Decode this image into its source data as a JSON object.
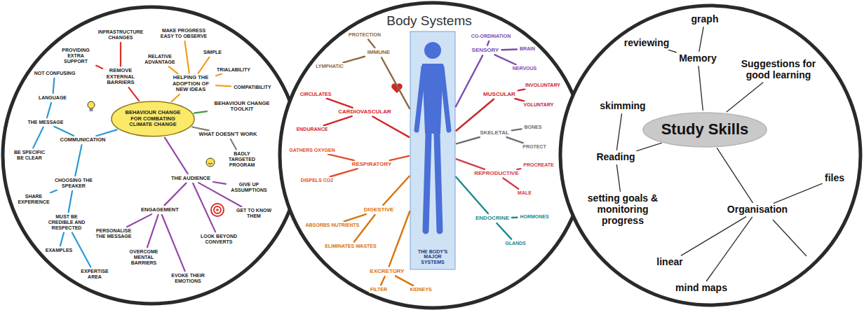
{
  "diagram": {
    "nodes": [
      {
        "text": [
          "BEHAVIOUR CHANGE FOR COMBATING CLIMATE CHANGE"
        ]
      },
      {
        "text": [
          "REMOVE EXTERNAL BARRIERS"
        ]
      },
      {
        "text": [
          "INFRASTRUCTURE CHANGES"
        ]
      },
      {
        "text": [
          "PROVIDING EXTRA SUPPORT"
        ]
      },
      {
        "text": [
          "HELPING THE ADOPTION OF NEW IDEAS"
        ]
      },
      {
        "text": [
          "MAKE PROGRESS EASY TO OBSERVE"
        ]
      },
      {
        "text": [
          "RELATIVE ADVANTAGE"
        ]
      },
      {
        "text": [
          "SIMPLE"
        ]
      },
      {
        "text": [
          "TRIALABILITY"
        ]
      },
      {
        "text": [
          "COMPATIBILITY"
        ]
      },
      {
        "text": [
          "BEHAVIOUR CHANGE TOOLKIT"
        ]
      },
      {
        "text": [
          "WHAT DOESN'T WORK"
        ]
      },
      {
        "text": [
          "BADLY TARGETED PROGRAM"
        ]
      },
      {
        "text": [
          "THE AUDIENCE"
        ]
      },
      {
        "text": [
          "ENGAGEMENT"
        ]
      },
      {
        "text": [
          "PERSONALISE THE MESSAGE"
        ]
      },
      {
        "text": [
          "OVERCOME MENTAL BARRIERS"
        ]
      },
      {
        "text": [
          "EVOKE THEIR EMOTIONS"
        ]
      },
      {
        "text": [
          "LOOK BEYOND CONVERTS"
        ]
      },
      {
        "text": [
          "GIVE UP ASSUMPTIONS"
        ]
      },
      {
        "text": [
          "GET TO KNOW THEM"
        ]
      },
      {
        "text": [
          "COMMUNICATION"
        ]
      },
      {
        "text": [
          "THE MESSAGE"
        ]
      },
      {
        "text": [
          "LANGUAGE"
        ]
      },
      {
        "text": [
          "NOT CONFUSING"
        ]
      },
      {
        "text": [
          "BE SPECIFIC BE CLEAR"
        ]
      },
      {
        "text": [
          "CHOOSING THE SPEAKER"
        ]
      },
      {
        "text": [
          "MUST BE CREDIBLE AND RESPECTED"
        ]
      },
      {
        "text": [
          "SHARE EXPERIENCE"
        ]
      },
      {
        "text": [
          "EXAMPLES"
        ]
      },
      {
        "text": [
          "EXPERTISE AREA"
        ]
      },
      {
        "text": [
          "THE BODY'S MAJOR SYSTEMS"
        ]
      },
      {
        "text": [
          "IMMUNE"
        ]
      },
      {
        "text": [
          "PROTECTION"
        ]
      },
      {
        "text": [
          "LYMPHATIC"
        ]
      },
      {
        "text": [
          "CARDIOVASCULAR"
        ]
      },
      {
        "text": [
          "CIRCULATES"
        ]
      },
      {
        "text": [
          "ENDURANCE"
        ]
      },
      {
        "text": [
          "RESPIRATORY"
        ]
      },
      {
        "text": [
          "GATHERS OXYGEN"
        ]
      },
      {
        "text": [
          "DISPELS CO2"
        ]
      },
      {
        "text": [
          "DIGESTIVE"
        ]
      },
      {
        "text": [
          "ABSORBS NUTRIENTS"
        ]
      },
      {
        "text": [
          "ELIMINATES WASTES"
        ]
      },
      {
        "text": [
          "EXCRETORY"
        ]
      },
      {
        "text": [
          "FILTER"
        ]
      },
      {
        "text": [
          "KIDNEYS"
        ]
      },
      {
        "text": [
          "SENSORY"
        ]
      },
      {
        "text": [
          "CO-ORDINATION"
        ]
      },
      {
        "text": [
          "NERVOUS"
        ]
      },
      {
        "text": [
          "BRAIN"
        ]
      },
      {
        "text": [
          "MUSCULAR"
        ]
      },
      {
        "text": [
          "INVOLUNTARY"
        ]
      },
      {
        "text": [
          "VOLUNTARY"
        ]
      },
      {
        "text": [
          "SKELETAL"
        ]
      },
      {
        "text": [
          "BONES"
        ]
      },
      {
        "text": [
          "PROTECT"
        ]
      },
      {
        "text": [
          "REPRODUCTIVE"
        ]
      },
      {
        "text": [
          "PROCREATE"
        ]
      },
      {
        "text": [
          "MALE"
        ]
      },
      {
        "text": [
          "ENDOCRINE"
        ]
      },
      {
        "text": [
          "HORMONES"
        ]
      },
      {
        "text": [
          "GLANDS"
        ]
      },
      {
        "text": [
          "Study Skills"
        ]
      },
      {
        "text": [
          "Memory"
        ]
      },
      {
        "text": [
          "reviewing"
        ]
      },
      {
        "text": [
          "graph"
        ]
      },
      {
        "text": [
          "Suggestions for good learning"
        ]
      },
      {
        "text": [
          "Reading"
        ]
      },
      {
        "text": [
          "skimming"
        ]
      },
      {
        "text": [
          "setting goals & monitoring progress"
        ]
      },
      {
        "text": [
          "Organisation"
        ]
      },
      {
        "text": [
          "files"
        ]
      },
      {
        "text": [
          "linear"
        ]
      },
      {
        "text": [
          "mind maps"
        ]
      }
    ],
    "edges": [
      {
        "from": 0,
        "to": 1,
        "arrow": "none"
      },
      {
        "from": 1,
        "to": 2,
        "arrow": "none"
      },
      {
        "from": 1,
        "to": 3,
        "arrow": "none"
      },
      {
        "from": 0,
        "to": 4,
        "arrow": "none"
      },
      {
        "from": 4,
        "to": 5,
        "arrow": "none"
      },
      {
        "from": 4,
        "to": 6,
        "arrow": "none"
      },
      {
        "from": 4,
        "to": 7,
        "arrow": "none"
      },
      {
        "from": 4,
        "to": 8,
        "arrow": "none"
      },
      {
        "from": 4,
        "to": 9,
        "arrow": "none"
      },
      {
        "from": 0,
        "to": 10,
        "arrow": "none"
      },
      {
        "from": 0,
        "to": 11,
        "arrow": "none"
      },
      {
        "from": 11,
        "to": 12,
        "arrow": "none"
      },
      {
        "from": 0,
        "to": 13,
        "arrow": "none"
      },
      {
        "from": 13,
        "to": 14,
        "arrow": "none"
      },
      {
        "from": 14,
        "to": 15,
        "arrow": "none"
      },
      {
        "from": 14,
        "to": 16,
        "arrow": "none"
      },
      {
        "from": 14,
        "to": 17,
        "arrow": "none"
      },
      {
        "from": 13,
        "to": 18,
        "arrow": "none"
      },
      {
        "from": 13,
        "to": 19,
        "arrow": "none"
      },
      {
        "from": 13,
        "to": 20,
        "arrow": "none"
      },
      {
        "from": 0,
        "to": 21,
        "arrow": "none"
      },
      {
        "from": 21,
        "to": 22,
        "arrow": "none"
      },
      {
        "from": 22,
        "to": 23,
        "arrow": "none"
      },
      {
        "from": 23,
        "to": 24,
        "arrow": "none"
      },
      {
        "from": 22,
        "to": 25,
        "arrow": "none"
      },
      {
        "from": 21,
        "to": 26,
        "arrow": "none"
      },
      {
        "from": 26,
        "to": 27,
        "arrow": "none"
      },
      {
        "from": 26,
        "to": 28,
        "arrow": "none"
      },
      {
        "from": 27,
        "to": 29,
        "arrow": "none"
      },
      {
        "from": 27,
        "to": 30,
        "arrow": "none"
      },
      {
        "from": 31,
        "to": 32,
        "arrow": "none"
      },
      {
        "from": 32,
        "to": 33,
        "arrow": "none"
      },
      {
        "from": 32,
        "to": 34,
        "arrow": "none"
      },
      {
        "from": 31,
        "to": 35,
        "arrow": "none"
      },
      {
        "from": 35,
        "to": 36,
        "arrow": "none"
      },
      {
        "from": 35,
        "to": 37,
        "arrow": "none"
      },
      {
        "from": 31,
        "to": 38,
        "arrow": "none"
      },
      {
        "from": 38,
        "to": 39,
        "arrow": "none"
      },
      {
        "from": 38,
        "to": 40,
        "arrow": "none"
      },
      {
        "from": 31,
        "to": 41,
        "arrow": "none"
      },
      {
        "from": 41,
        "to": 42,
        "arrow": "none"
      },
      {
        "from": 41,
        "to": 43,
        "arrow": "none"
      },
      {
        "from": 31,
        "to": 44,
        "arrow": "none"
      },
      {
        "from": 44,
        "to": 45,
        "arrow": "none"
      },
      {
        "from": 44,
        "to": 46,
        "arrow": "none"
      },
      {
        "from": 31,
        "to": 47,
        "arrow": "none"
      },
      {
        "from": 47,
        "to": 48,
        "arrow": "none"
      },
      {
        "from": 47,
        "to": 49,
        "arrow": "none"
      },
      {
        "from": 47,
        "to": 50,
        "arrow": "none"
      },
      {
        "from": 31,
        "to": 51,
        "arrow": "none"
      },
      {
        "from": 51,
        "to": 52,
        "arrow": "none"
      },
      {
        "from": 51,
        "to": 53,
        "arrow": "none"
      },
      {
        "from": 31,
        "to": 54,
        "arrow": "none"
      },
      {
        "from": 54,
        "to": 55,
        "arrow": "none"
      },
      {
        "from": 54,
        "to": 56,
        "arrow": "none"
      },
      {
        "from": 31,
        "to": 57,
        "arrow": "none"
      },
      {
        "from": 57,
        "to": 58,
        "arrow": "none"
      },
      {
        "from": 57,
        "to": 59,
        "arrow": "none"
      },
      {
        "from": 31,
        "to": 60,
        "arrow": "none"
      },
      {
        "from": 60,
        "to": 61,
        "arrow": "none"
      },
      {
        "from": 60,
        "to": 62,
        "arrow": "none"
      },
      {
        "from": 63,
        "to": 64,
        "arrow": "none"
      },
      {
        "from": 64,
        "to": 65,
        "arrow": "none"
      },
      {
        "from": 64,
        "to": 66,
        "arrow": "none"
      },
      {
        "from": 63,
        "to": 67,
        "arrow": "none"
      },
      {
        "from": 63,
        "to": 68,
        "arrow": "none"
      },
      {
        "from": 68,
        "to": 69,
        "arrow": "none"
      },
      {
        "from": 68,
        "to": 70,
        "arrow": "none"
      },
      {
        "from": 63,
        "to": 71,
        "arrow": "none"
      },
      {
        "from": 71,
        "to": 72,
        "arrow": "none"
      },
      {
        "from": 71,
        "to": 73,
        "arrow": "none"
      },
      {
        "from": 71,
        "to": 74,
        "arrow": "none"
      }
    ],
    "labels": [
      "Body Systems"
    ]
  }
}
